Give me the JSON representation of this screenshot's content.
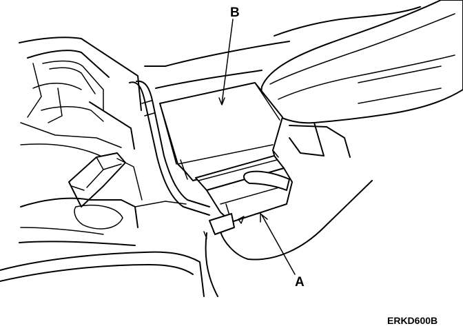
{
  "callouts": {
    "a": {
      "label": "A"
    },
    "b": {
      "label": "B"
    }
  },
  "figure_code": "ERKD600B"
}
